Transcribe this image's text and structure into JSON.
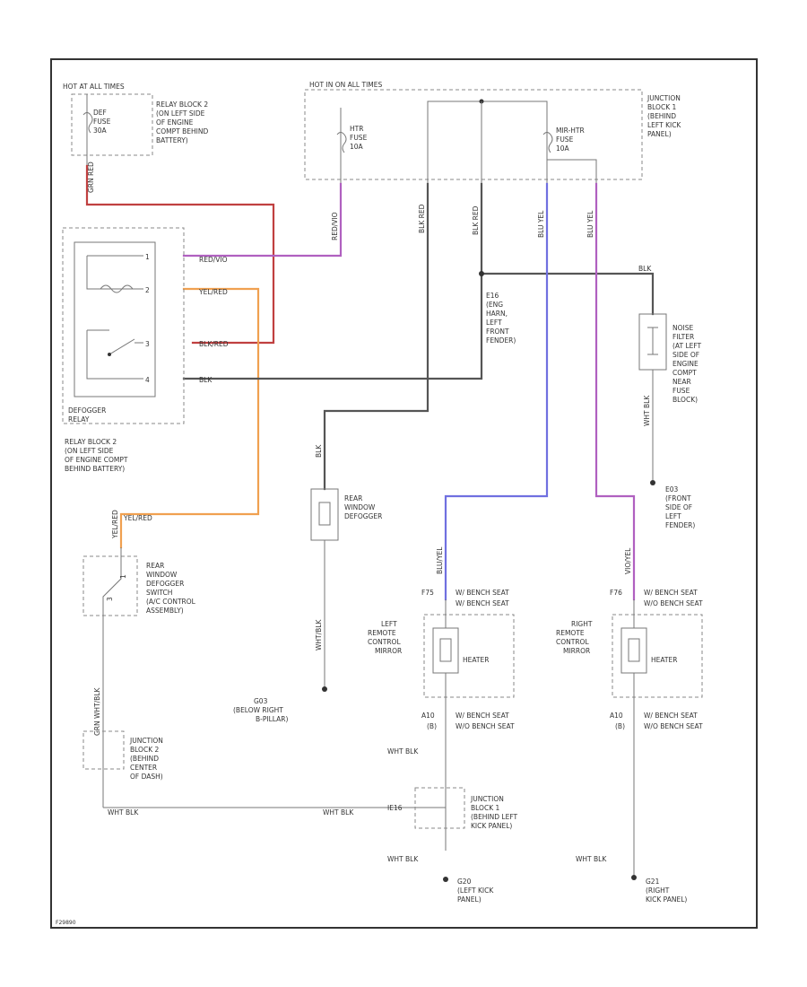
{
  "colors": {
    "frame": "#333333",
    "wire_black": "#555555",
    "wire_red": "#c04040",
    "wire_violet": "#b060c0",
    "wire_orange": "#f0a050",
    "wire_blue": "#7070e0",
    "wire_gray": "#888888"
  },
  "top_left": {
    "power_label": "HOT AT ALL TIMES",
    "fuse_name": "DEF",
    "fuse_word": "FUSE",
    "fuse_rating": "30A",
    "block_desc": [
      "RELAY BLOCK 2",
      "(ON LEFT SIDE",
      "OF ENGINE",
      "COMPT BEHIND",
      "BATTERY)"
    ]
  },
  "top_middle": {
    "power_label": "HOT IN ON ALL TIMES",
    "fuse1_name": "HTR",
    "fuse1_word": "FUSE",
    "fuse1_rating": "10A",
    "fuse2_name": "MIR-HTR",
    "fuse2_word": "FUSE",
    "fuse2_rating": "10A",
    "block_desc": [
      "JUNCTION",
      "BLOCK 1",
      "(BEHIND",
      "LEFT KICK",
      "PANEL)"
    ]
  },
  "wire_codes": {
    "w_grn_red": "GRN RED",
    "w_blk_red1": "BLK RED",
    "w_blk_red2": "BLK RED",
    "w_blu_yel1": "BLU YEL",
    "w_blu_yel2": "BLU YEL",
    "w_red_vio": "RED/VIO",
    "w_yel_red": "YEL/RED",
    "w_blk_red_relay": "BLK/RED",
    "w_blk": "BLK",
    "w_yel_red2": "YEL/RED",
    "w_blk_defog": "BLK",
    "w_wht_blk_defog": "WHT/BLK",
    "w_blu_left": "BLU/YEL",
    "w_vio_right": "VIO/YEL",
    "w_grn_wht": "GRN WHT/BLK",
    "w_wht_blk_bottom": "WHT BLK",
    "w_wht_blk_bottom2": "WHT BLK",
    "w_wht_blk_left": "WHT BLK",
    "w_wht_blk_right": "WHT BLK",
    "w_wht_blk_mid": "WHT BLK",
    "w_noise": "WHT BLK",
    "w_blk_top": "BLK"
  },
  "relay": {
    "name": "DEFOGGER",
    "name2": "RELAY",
    "block_desc": [
      "RELAY BLOCK 2",
      "(ON LEFT SIDE",
      "OF ENGINE COMPT",
      "BEHIND BATTERY)"
    ],
    "pins": [
      "1",
      "2",
      "3",
      "4"
    ]
  },
  "ground_e16": [
    "E16",
    "(ENG",
    "HARN,",
    "LEFT",
    "FRONT",
    "FENDER)"
  ],
  "noise_filter": [
    "NOISE",
    "FILTER",
    "(AT LEFT",
    "SIDE OF",
    "ENGINE",
    "COMPT",
    "NEAR",
    "FUSE",
    "BLOCK)"
  ],
  "ground_e03": [
    "E03",
    "(FRONT",
    "SIDE OF",
    "LEFT",
    "FENDER)"
  ],
  "rear_defogger": [
    "REAR",
    "WINDOW",
    "DEFOGGER"
  ],
  "switch": {
    "desc": [
      "REAR",
      "WINDOW",
      "DEFOGGER",
      "SWITCH",
      "(A/C CONTROL",
      "ASSEMBLY)"
    ],
    "pin_a": "1",
    "pin_b": "3"
  },
  "ground_g03": [
    "G03",
    "(BELOW RIGHT",
    "B-PILLAR)"
  ],
  "left_mirror": {
    "conn_top": "F75",
    "conn_top_desc": "W/ BENCH SEAT",
    "conn_top_desc2": "W/ BENCH SEAT",
    "desc": [
      "LEFT",
      "REMOTE",
      "CONTROL",
      "MIRROR"
    ],
    "heater": "HEATER",
    "conn_bottom": "A10",
    "conn_bottom_pin": "(B)",
    "conn_bottom_desc": "W/ BENCH SEAT",
    "conn_bottom_desc2": "W/O BENCH SEAT"
  },
  "right_mirror": {
    "conn_top": "F76",
    "conn_top_desc": "W/ BENCH SEAT",
    "conn_top_desc2": "W/O BENCH SEAT",
    "desc": [
      "RIGHT",
      "REMOTE",
      "CONTROL",
      "MIRROR"
    ],
    "heater": "HEATER",
    "conn_bottom": "A10",
    "conn_bottom_pin": "(B)",
    "conn_bottom_desc": "W/ BENCH SEAT",
    "conn_bottom_desc2": "W/O BENCH SEAT"
  },
  "junction2": [
    "JUNCTION",
    "BLOCK 2",
    "(BEHIND",
    "CENTER",
    "OF DASH)"
  ],
  "junction1": [
    "JUNCTION",
    "BLOCK 1",
    "(BEHIND LEFT",
    "KICK PANEL)"
  ],
  "j1_conn": "IE16",
  "ground_g20": [
    "G20",
    "(LEFT KICK",
    "PANEL)"
  ],
  "ground_g21": [
    "G21",
    "(RIGHT",
    "KICK PANEL)"
  ],
  "footer_code": "F29890"
}
